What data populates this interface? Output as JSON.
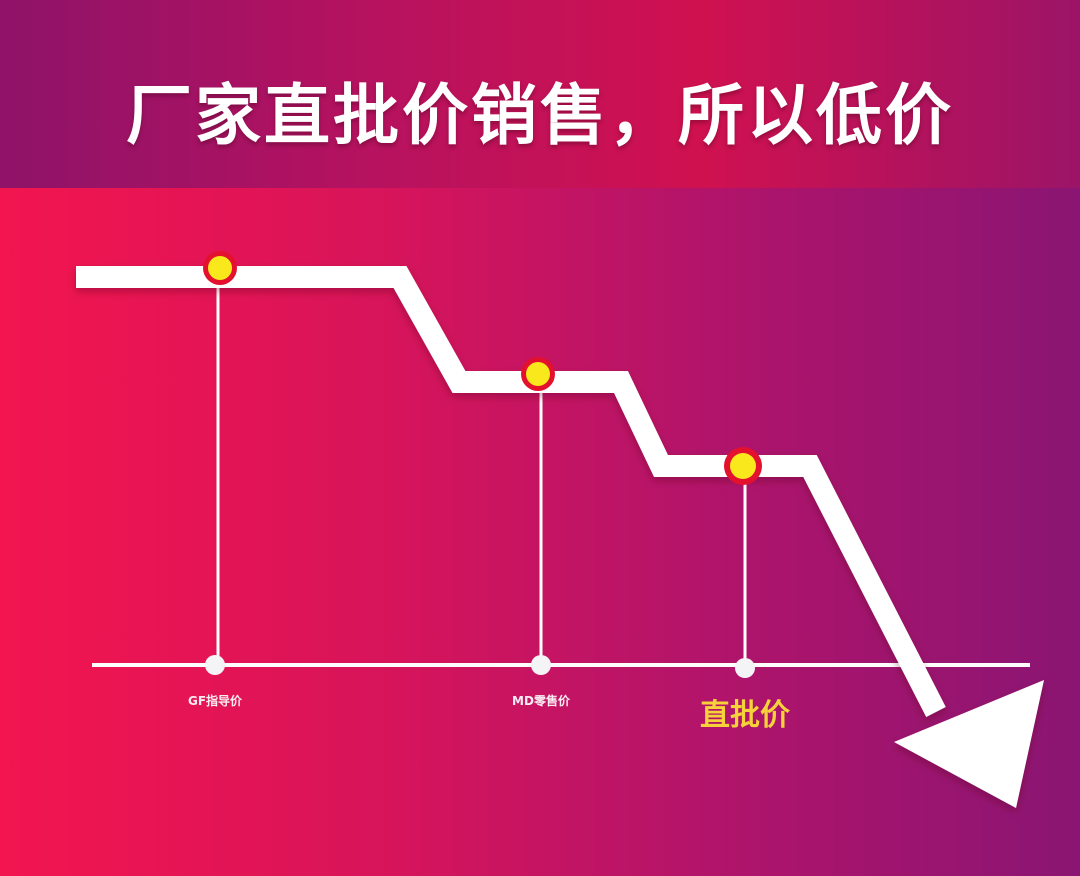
{
  "banner": {
    "title": "厂家直批价销售，所以低价"
  },
  "price_points": [
    {
      "label": "GF指导价",
      "highlighted": false
    },
    {
      "label": "MD零售价",
      "highlighted": false
    },
    {
      "label": "直批价",
      "highlighted": true
    }
  ],
  "colors": {
    "background_left": "#f2154f",
    "background_right": "#8a1573",
    "line": "#ffffff",
    "marker_fill": "#f8e81c",
    "marker_ring": "#e3102e",
    "highlight_label": "#f6d23a"
  }
}
